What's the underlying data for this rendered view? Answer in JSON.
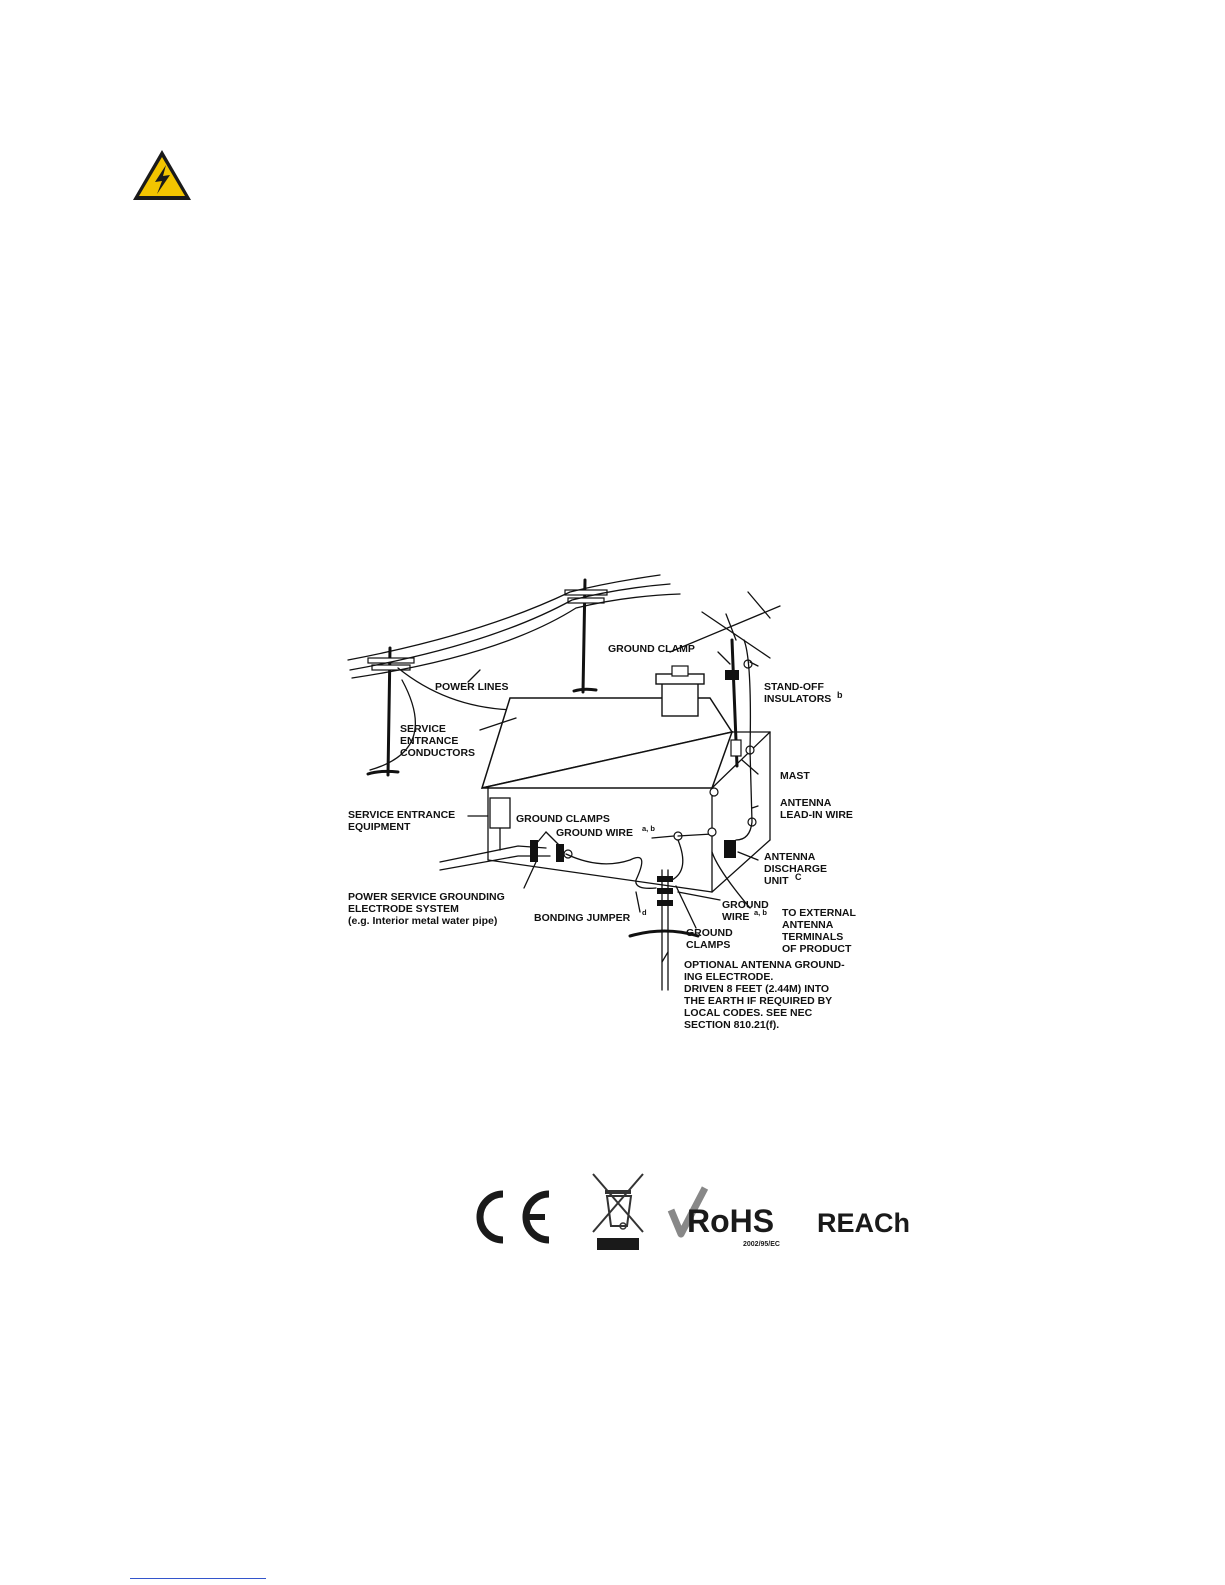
{
  "diagram": {
    "labels": {
      "power_lines": "POWER LINES",
      "service_entrance_conductors": [
        "SERVICE",
        "ENTRANCE",
        "CONDUCTORS"
      ],
      "service_entrance_equipment": [
        "SERVICE ENTRANCE",
        "EQUIPMENT"
      ],
      "ground_clamps_top": "GROUND CLAMPS",
      "ground_wire_top": "GROUND WIRE",
      "ground_wire_top_sup": "a, b",
      "power_service_grounding": [
        "POWER SERVICE GROUNDING",
        "ELECTRODE SYSTEM",
        "(e.g. Interior metal water pipe)"
      ],
      "bonding_jumper": "BONDING JUMPER",
      "bonding_jumper_sup": "d",
      "ground_clamp": "GROUND CLAMP",
      "standoff_insulators": [
        "STAND-OFF",
        "INSULATORS"
      ],
      "standoff_sup": "b",
      "mast": "MAST",
      "antenna_lead_in": [
        "ANTENNA",
        "LEAD-IN WIRE"
      ],
      "antenna_discharge": [
        "ANTENNA",
        "DISCHARGE",
        "UNIT"
      ],
      "antenna_discharge_sup": "C",
      "ground_wire_bottom": [
        "GROUND",
        "WIRE"
      ],
      "ground_wire_bottom_sup": "a, b",
      "to_external": [
        "TO EXTERNAL",
        "ANTENNA",
        "TERMINALS",
        "OF PRODUCT"
      ],
      "ground_clamps_bottom": [
        "GROUND",
        "CLAMPS"
      ],
      "optional_electrode": [
        "OPTIONAL ANTENNA GROUND-",
        "ING ELECTRODE.",
        "DRIVEN 8 FEET (2.44M) INTO",
        "THE EARTH IF  REQUIRED BY",
        "LOCAL CODES. SEE NEC",
        "SECTION 810.21(f)."
      ]
    }
  },
  "marks": {
    "rohs": "RoHS",
    "rohs_directive": "2002/95/EC",
    "reach": "REACh"
  }
}
